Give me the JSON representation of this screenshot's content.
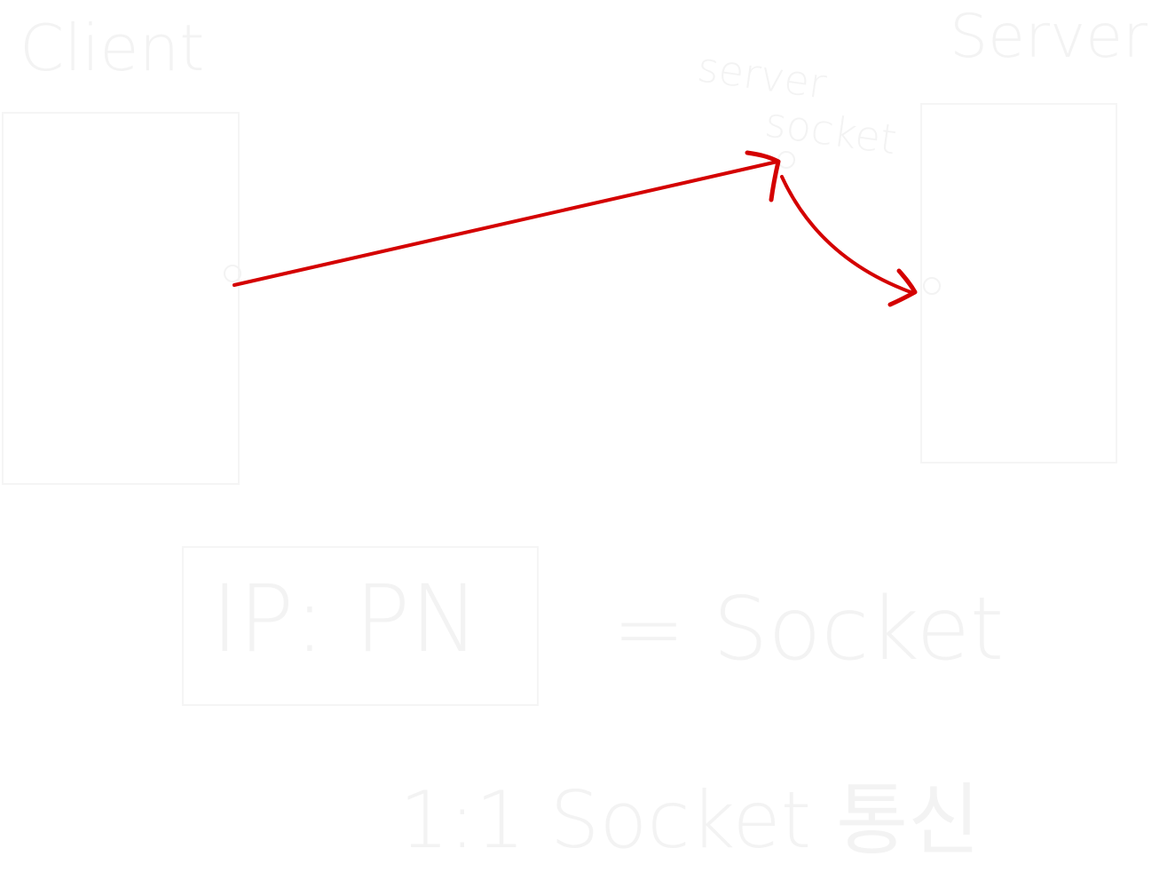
{
  "labels": {
    "client": "Client",
    "server": "Server",
    "server_socket_line1": "server",
    "server_socket_line2": "socket",
    "ip_pn": "IP: PN",
    "equals_socket": "= Socket",
    "one_to_one": "1:1 Socket 통신"
  },
  "colors": {
    "arrow": "#d40000",
    "faint": "#f3f3f3",
    "background": "#ffffff"
  }
}
